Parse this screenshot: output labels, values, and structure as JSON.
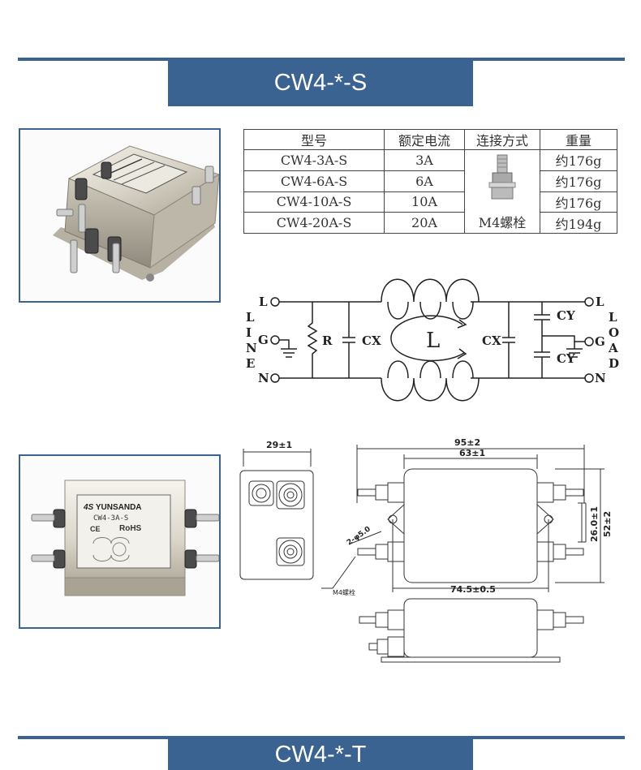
{
  "header": {
    "title": "CW4-*-S"
  },
  "product_label": {
    "brand_mark": "4S",
    "brand": "YUNSANDA",
    "model": "CW4-3A-S",
    "rohs": "RoHS",
    "ce": "CE"
  },
  "spec_table": {
    "headers": [
      "型号",
      "额定电流",
      "连接方式",
      "重量"
    ],
    "rows": [
      [
        "CW4-3A-S",
        "3A",
        "约176g"
      ],
      [
        "CW4-6A-S",
        "6A",
        "约176g"
      ],
      [
        "CW4-10A-S",
        "10A",
        "约176g"
      ],
      [
        "CW4-20A-S",
        "20A",
        "约194g"
      ]
    ],
    "connection": "M4螺栓"
  },
  "schematic": {
    "line_side": {
      "vertical": [
        "L",
        "I",
        "N",
        "E"
      ],
      "terminals": [
        "L",
        "G",
        "N"
      ]
    },
    "load_side": {
      "vertical": [
        "L",
        "O",
        "A",
        "D"
      ],
      "terminals": [
        "L",
        "G",
        "N"
      ]
    },
    "components": {
      "resistor": "R",
      "cx_left": "CX",
      "inductor": "L",
      "cx_right": "CX",
      "cy_top": "CY",
      "cy_bottom": "CY"
    }
  },
  "dimensions": {
    "width_side": "29±1",
    "total_length": "95±2",
    "body_length": "63±1",
    "hole_spacing": "74.5±0.5",
    "holes": "2-φ5.0",
    "height_inner": "26.0±1",
    "height_outer": "52±2",
    "bolt_note": "M4螺栓"
  },
  "footer": {
    "next_title": "CW4-*-T"
  },
  "colors": {
    "accent": "#3a6391"
  }
}
